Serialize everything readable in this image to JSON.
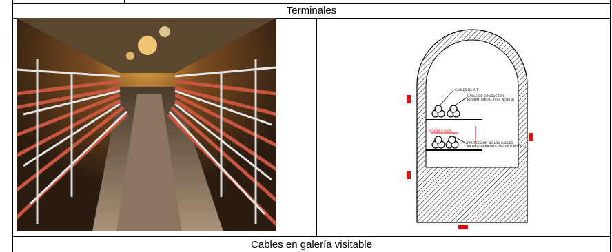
{
  "table": {
    "header_caption": "Terminales",
    "footer_caption": "Cables  en  galería  visitable"
  },
  "drawing": {
    "labels": {
      "cables_at": "CABLES DE A.T.",
      "cable_conductor_line1": "CABLE DE CONDUCTOR",
      "cable_conductor_line2": "EQUIPOTENCIAL (VER NOTA 2)",
      "spacing": "0,5xDe 1,5xDe",
      "protection_line1": "PROTECCION DE LOS CABLES",
      "protection_line2": "MEDIOS ABRAZADERAS (VER NOTA 3)"
    }
  },
  "colors": {
    "cable_red": "#c8553d",
    "tray_gray": "#d9d9d9",
    "tunnel_dark": "#3a2a1a",
    "dimension_red": "#e01010"
  }
}
